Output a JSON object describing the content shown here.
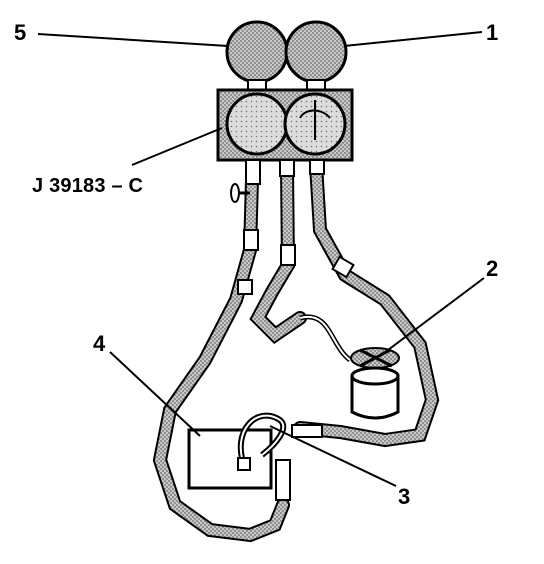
{
  "diagram": {
    "callouts": {
      "c1": "1",
      "c2": "2",
      "c3": "3",
      "c4": "4",
      "c5": "5"
    },
    "tool_label": "J 39183 – C"
  },
  "colors": {
    "ink": "#000000",
    "stipple": "#b0b0b0",
    "background": "#ffffff"
  }
}
